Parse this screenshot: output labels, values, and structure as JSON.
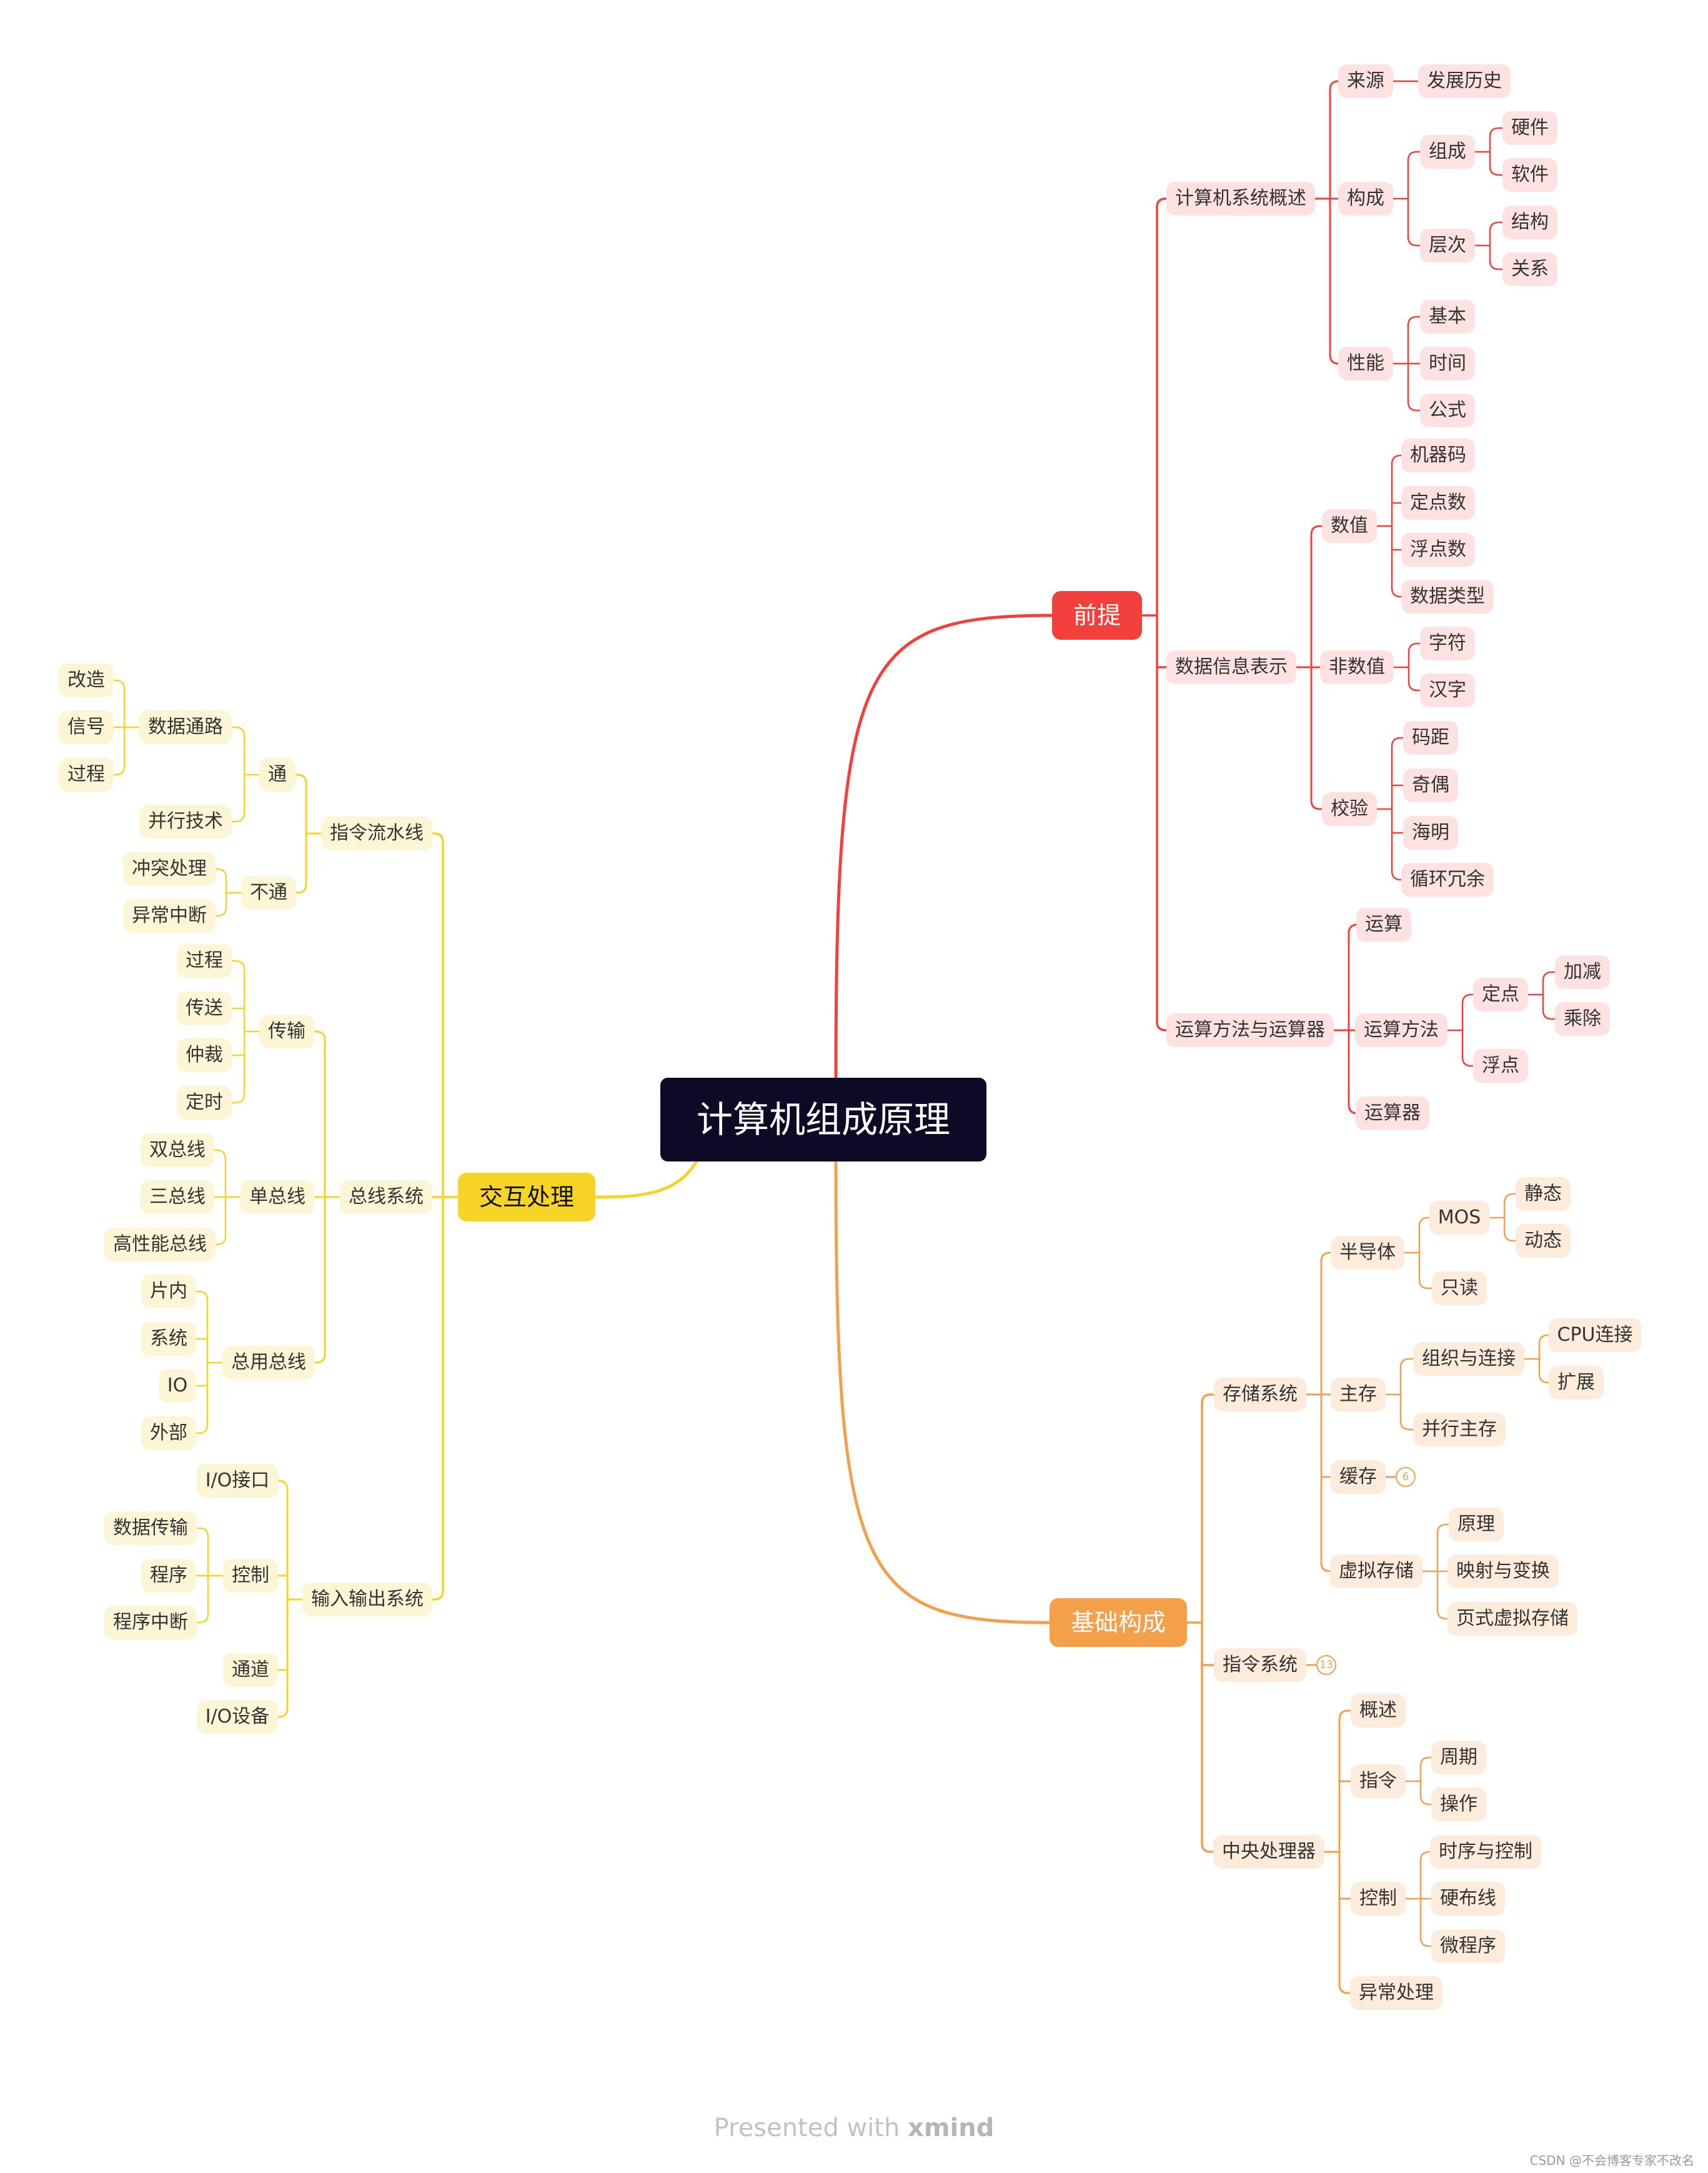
{
  "footer": {
    "prefix": "Presented with",
    "brand": "xmind"
  },
  "watermark": "CSDN @不会博客专家不改名",
  "colors": {
    "root": "#0c0a24",
    "red": {
      "main": "#f2403c",
      "node": "#fde2e1",
      "text": "#333333",
      "line": "#f2403c"
    },
    "orange": {
      "main": "#f4a04a",
      "node": "#fdecdb",
      "text": "#333333",
      "line": "#f4a04a"
    },
    "yellow": {
      "main": "#f5d426",
      "node": "#fdf6d6",
      "text": "#333333",
      "line": "#f5d426"
    }
  },
  "mindmap": {
    "title": "计算机组成原理",
    "branches": [
      {
        "label": "前提",
        "theme": "red",
        "children": [
          {
            "label": "计算机系统概述",
            "children": [
              {
                "label": "来源",
                "children": [
                  {
                    "label": "发展历史"
                  }
                ]
              },
              {
                "label": "构成",
                "children": [
                  {
                    "label": "组成",
                    "children": [
                      {
                        "label": "硬件"
                      },
                      {
                        "label": "软件"
                      }
                    ]
                  },
                  {
                    "label": "层次",
                    "children": [
                      {
                        "label": "结构"
                      },
                      {
                        "label": "关系"
                      }
                    ]
                  }
                ]
              },
              {
                "label": "性能",
                "children": [
                  {
                    "label": "基本"
                  },
                  {
                    "label": "时间"
                  },
                  {
                    "label": "公式"
                  }
                ]
              }
            ]
          },
          {
            "label": "数据信息表示",
            "children": [
              {
                "label": "数值",
                "children": [
                  {
                    "label": "机器码"
                  },
                  {
                    "label": "定点数"
                  },
                  {
                    "label": "浮点数"
                  },
                  {
                    "label": "数据类型"
                  }
                ]
              },
              {
                "label": "非数值",
                "children": [
                  {
                    "label": "字符"
                  },
                  {
                    "label": "汉字"
                  }
                ]
              },
              {
                "label": "校验",
                "children": [
                  {
                    "label": "码距"
                  },
                  {
                    "label": "奇偶"
                  },
                  {
                    "label": "海明"
                  },
                  {
                    "label": "循环冗余"
                  }
                ]
              }
            ]
          },
          {
            "label": "运算方法与运算器",
            "children": [
              {
                "label": "运算"
              },
              {
                "label": "运算方法",
                "children": [
                  {
                    "label": "定点",
                    "children": [
                      {
                        "label": "加减"
                      },
                      {
                        "label": "乘除"
                      }
                    ]
                  },
                  {
                    "label": "浮点"
                  }
                ]
              },
              {
                "label": "运算器"
              }
            ]
          }
        ]
      },
      {
        "label": "基础构成",
        "theme": "orange",
        "children": [
          {
            "label": "存储系统",
            "children": [
              {
                "label": "半导体",
                "children": [
                  {
                    "label": "MOS",
                    "children": [
                      {
                        "label": "静态"
                      },
                      {
                        "label": "动态"
                      }
                    ]
                  },
                  {
                    "label": "只读"
                  }
                ]
              },
              {
                "label": "主存",
                "children": [
                  {
                    "label": "组织与连接",
                    "children": [
                      {
                        "label": "CPU连接"
                      },
                      {
                        "label": "扩展"
                      }
                    ]
                  },
                  {
                    "label": "并行主存"
                  }
                ]
              },
              {
                "label": "缓存",
                "badge": "6"
              },
              {
                "label": "虚拟存储",
                "children": [
                  {
                    "label": "原理"
                  },
                  {
                    "label": "映射与变换"
                  },
                  {
                    "label": "页式虚拟存储"
                  }
                ]
              }
            ]
          },
          {
            "label": "指令系统",
            "badge": "13"
          },
          {
            "label": "中央处理器",
            "children": [
              {
                "label": "概述"
              },
              {
                "label": "指令",
                "children": [
                  {
                    "label": "周期"
                  },
                  {
                    "label": "操作"
                  }
                ]
              },
              {
                "label": "控制",
                "children": [
                  {
                    "label": "时序与控制"
                  },
                  {
                    "label": "硬布线"
                  },
                  {
                    "label": "微程序"
                  }
                ]
              },
              {
                "label": "异常处理"
              }
            ]
          }
        ]
      },
      {
        "label": "交互处理",
        "theme": "yellow",
        "children": [
          {
            "label": "指令流水线",
            "children": [
              {
                "label": "通",
                "children": [
                  {
                    "label": "数据通路",
                    "children": [
                      {
                        "label": "改造"
                      },
                      {
                        "label": "信号"
                      },
                      {
                        "label": "过程"
                      }
                    ]
                  },
                  {
                    "label": "并行技术"
                  }
                ]
              },
              {
                "label": "不通",
                "children": [
                  {
                    "label": "冲突处理"
                  },
                  {
                    "label": "异常中断"
                  }
                ]
              }
            ]
          },
          {
            "label": "总线系统",
            "children": [
              {
                "label": "传输",
                "children": [
                  {
                    "label": "过程"
                  },
                  {
                    "label": "传送"
                  },
                  {
                    "label": "仲裁"
                  },
                  {
                    "label": "定时"
                  }
                ]
              },
              {
                "label": "单总线",
                "children": [
                  {
                    "label": "双总线"
                  },
                  {
                    "label": "三总线"
                  },
                  {
                    "label": "高性能总线"
                  }
                ]
              },
              {
                "label": "总用总线",
                "children": [
                  {
                    "label": "片内"
                  },
                  {
                    "label": "系统"
                  },
                  {
                    "label": "IO"
                  },
                  {
                    "label": "外部"
                  }
                ]
              }
            ]
          },
          {
            "label": "输入输出系统",
            "children": [
              {
                "label": "I/O接口"
              },
              {
                "label": "控制",
                "children": [
                  {
                    "label": "数据传输"
                  },
                  {
                    "label": "程序"
                  },
                  {
                    "label": "程序中断"
                  }
                ]
              },
              {
                "label": "通道"
              },
              {
                "label": "I/O设备"
              }
            ]
          }
        ]
      }
    ]
  }
}
